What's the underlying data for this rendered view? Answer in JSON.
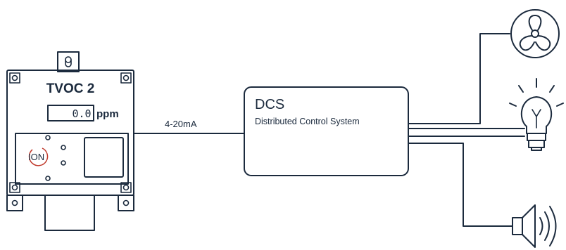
{
  "device": {
    "name": "TVOC 2",
    "reading": "0.0",
    "unit": "ppm",
    "brand_logo": "ION"
  },
  "connection": {
    "signal_label": "4-20mA"
  },
  "dcs": {
    "title": "DCS",
    "subtitle": "Distributed Control System"
  },
  "outputs": [
    {
      "icon": "fan-icon"
    },
    {
      "icon": "light-bulb-icon"
    },
    {
      "icon": "speaker-icon"
    }
  ],
  "colors": {
    "line": "#1b2a3d",
    "background": "#ffffff"
  }
}
